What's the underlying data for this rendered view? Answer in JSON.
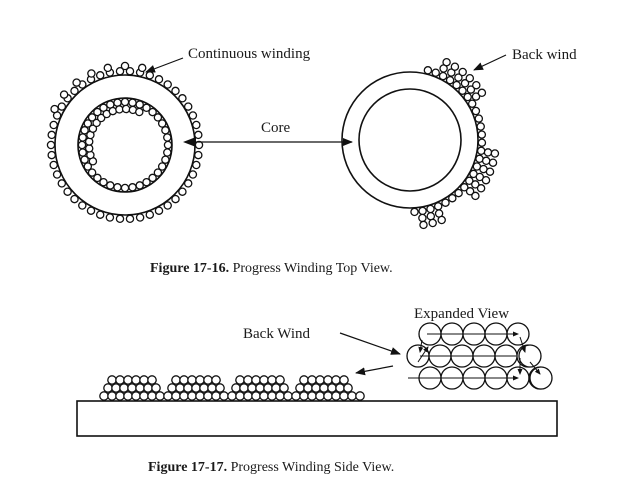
{
  "figure_top": {
    "labels": {
      "continuous_winding": "Continuous winding",
      "back_wind": "Back wind",
      "core": "Core"
    },
    "caption": {
      "number": "Figure 17-16.",
      "text": " Progress Winding Top View."
    }
  },
  "figure_side": {
    "labels": {
      "back_wind": "Back Wind",
      "expanded_view": "Expanded View"
    },
    "caption": {
      "number": "Figure 17-17.",
      "text": " Progress Winding Side View."
    },
    "expanded_view_rows": [
      5,
      6,
      6
    ],
    "winding_groups": 4
  },
  "colors": {
    "ink": "#111111",
    "background": "#ffffff"
  }
}
